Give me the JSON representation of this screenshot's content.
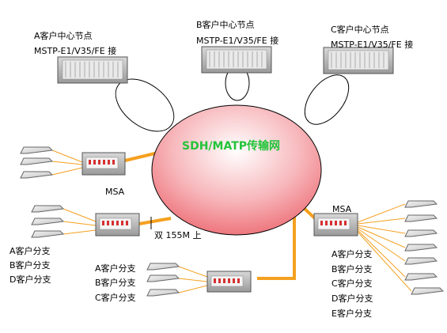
{
  "nodes": {
    "a": "A客户中心节点",
    "b": "B客户中心节点",
    "c": "C客户中心节点",
    "cut_text": "MSTP-E1/V35/FE 接"
  },
  "network": {
    "label": "SDH/MATP传输网"
  },
  "msa": {
    "left": "MSA",
    "right": "MSA"
  },
  "link_label": "双 155M 上",
  "branches": {
    "group1": [
      "A客户分支",
      "B客户分支",
      "D客户分支"
    ],
    "group2": [
      "A客户分支",
      "B客户分支",
      "C客户分支"
    ],
    "group3": [
      "A客户分支",
      "B客户分支",
      "C客户分支",
      "D客户分支",
      "E客户分支"
    ]
  },
  "colors": {
    "link": "#f5a020",
    "network_center": "#ffffff",
    "network_edge": "#ec6a72",
    "label": "#22c43a"
  }
}
